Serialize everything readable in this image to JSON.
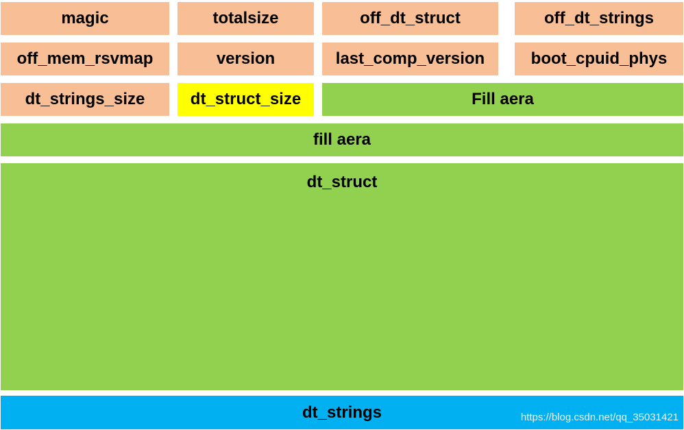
{
  "header_fields": {
    "magic": "magic",
    "totalsize": "totalsize",
    "off_dt_struct": "off_dt_struct",
    "off_dt_strings": "off_dt_strings",
    "off_mem_rsvmap": "off_mem_rsvmap",
    "version": "version",
    "last_comp_version": "last_comp_version",
    "boot_cpuid_phys": "boot_cpuid_phys",
    "dt_strings_size": "dt_strings_size",
    "dt_struct_size": "dt_struct_size"
  },
  "fill_areas": {
    "fill_1": "Fill aera",
    "fill_2": "fill aera"
  },
  "blocks": {
    "dt_struct": "dt_struct",
    "dt_strings": "dt_strings"
  },
  "watermark": "https://blog.csdn.net/qq_35031421",
  "colors": {
    "header_field": "#f8be95",
    "highlighted_field": "#ffff00",
    "fill_and_struct": "#92d050",
    "strings_block": "#00b0f0"
  }
}
